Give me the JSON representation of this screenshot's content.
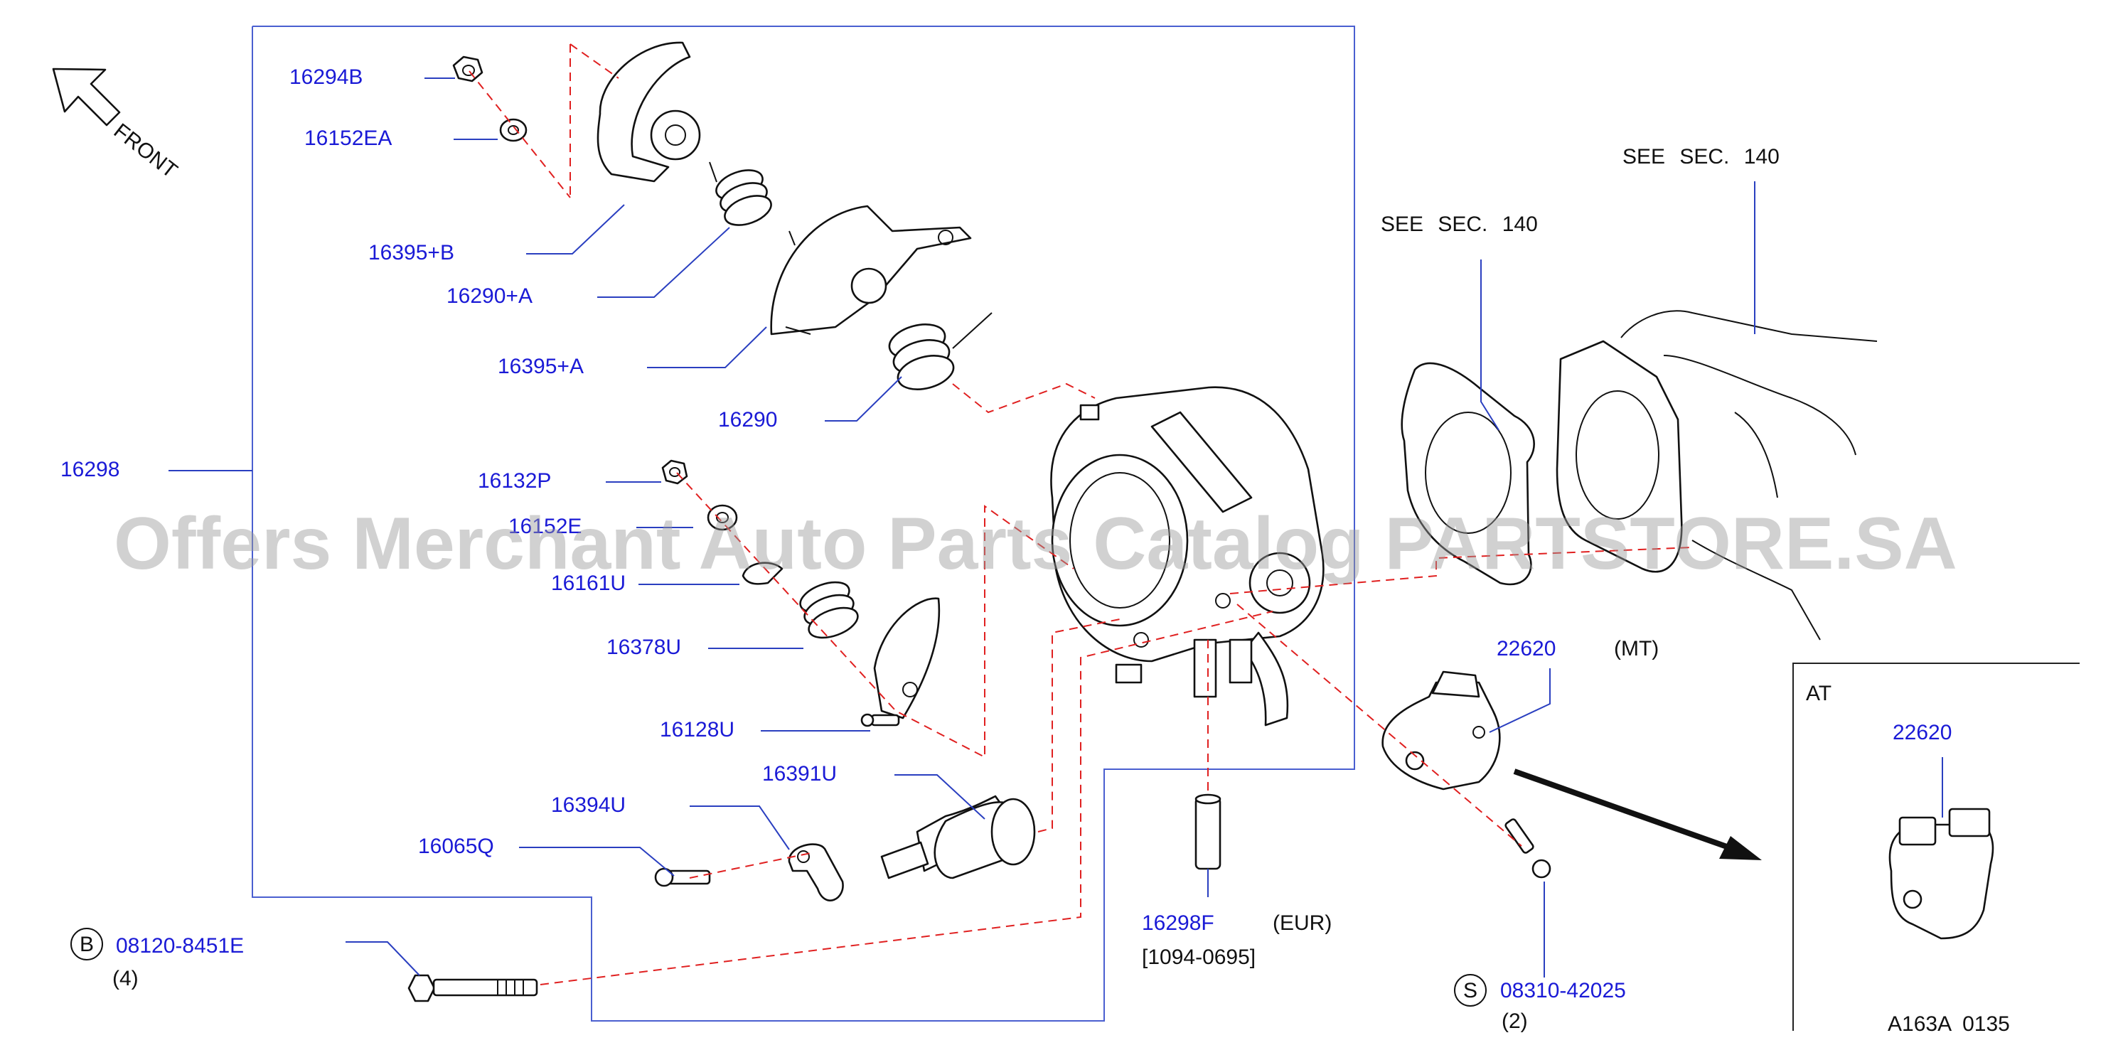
{
  "watermark": "Offers Merchant Auto Parts Catalog PARTSTORE.SA",
  "orientation": {
    "label": "FRONT",
    "icon": "front-arrow-icon"
  },
  "references": {
    "see_sec_1": "SEE SEC. 140",
    "see_sec_2": "SEE SEC. 140"
  },
  "callouts": {
    "p16294B": "16294B",
    "p16152EA": "16152EA",
    "p16395B": "16395+B",
    "p16290A": "16290+A",
    "p16395A": "16395+A",
    "p16290": "16290",
    "p16298": "16298",
    "p16132P": "16132P",
    "p16152E": "16152E",
    "p16161U": "16161U",
    "p16378U": "16378U",
    "p16128U": "16128U",
    "p16391U": "16391U",
    "p16394U": "16394U",
    "p16065Q": "16065Q",
    "p16298F": "16298F",
    "p22620_mt": "22620",
    "p22620_at": "22620",
    "p08120": "08120-8451E",
    "p08310": "08310-42025"
  },
  "notes": {
    "eur": "(EUR)",
    "date_range": "[1094-0695]",
    "mt": "(MT)",
    "qty_08120": "(4)",
    "qty_08310": "(2)",
    "at": "AT"
  },
  "symbols": {
    "b": "B",
    "s": "S"
  },
  "diagram_code": "A163A  0135",
  "colors": {
    "callout": "#1a1ad6",
    "frame": "#4a5fd0",
    "dashed": "#e02020",
    "line_art": "#111111"
  }
}
